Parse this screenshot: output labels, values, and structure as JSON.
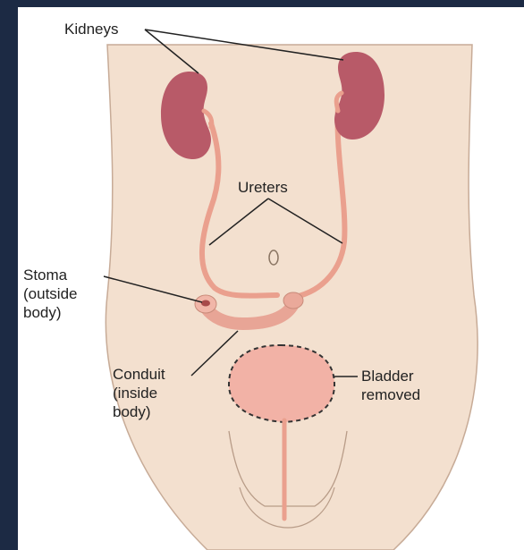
{
  "labels": {
    "kidneys": "Kidneys",
    "ureters": "Ureters",
    "stoma": [
      "Stoma",
      "(outside",
      "body)"
    ],
    "conduit": [
      "Conduit",
      "(inside",
      "body)"
    ],
    "bladder": [
      "Bladder",
      "removed"
    ]
  },
  "colors": {
    "frame": "#1c2a44",
    "background": "#ffffff",
    "skin": "#f3e0cf",
    "skin_outline": "#c7ab97",
    "kidney": "#b85a68",
    "ureter": "#eaa08e",
    "bladder": "#f2b2a6",
    "leader_line": "#222222"
  }
}
